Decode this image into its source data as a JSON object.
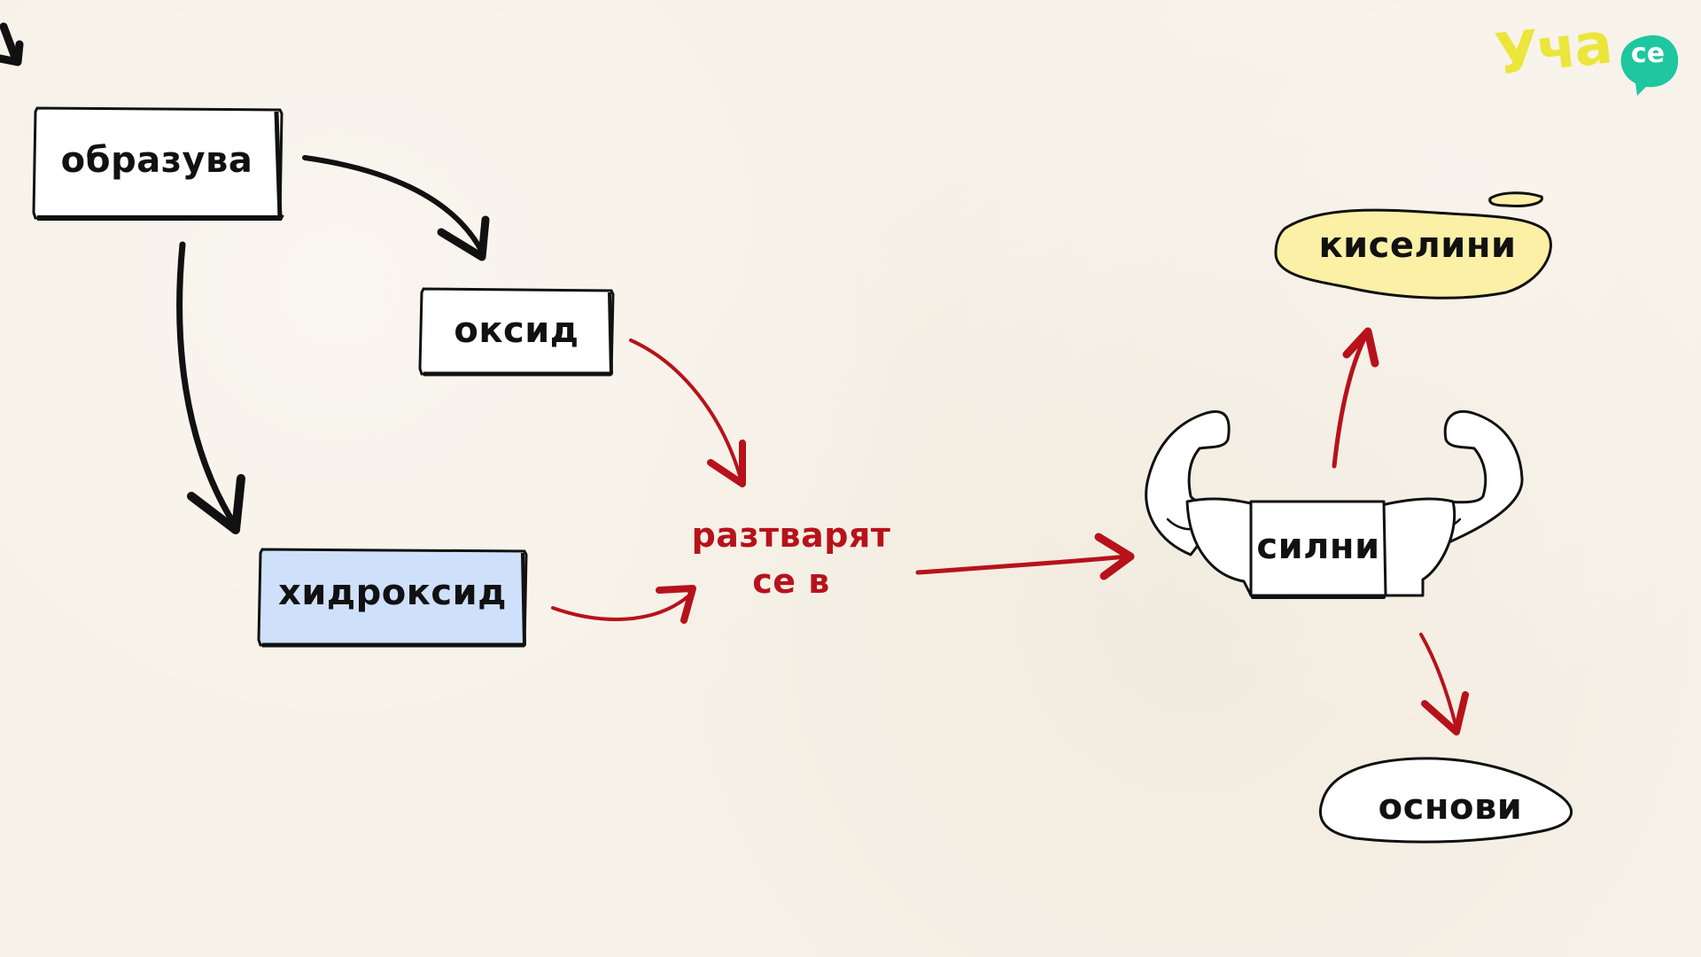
{
  "diagram": {
    "nodes": {
      "forms": "образува",
      "oxide": "оксид",
      "hydroxide": "хидроксид",
      "dissolve": "разтварят се в",
      "strong": "силни",
      "acids": "киселини",
      "bases": "основи"
    }
  },
  "logo": {
    "text": "Уча",
    "bubble": "се"
  },
  "colors": {
    "background": "#f6f1e7",
    "accent_red": "#b7121b",
    "hydroxide_fill": "#cfe0fb",
    "acids_fill": "#fbf0a6",
    "logo_yellow": "#ece53a",
    "logo_teal": "#1ec7a0",
    "icon": "flexing-arms-icon"
  }
}
